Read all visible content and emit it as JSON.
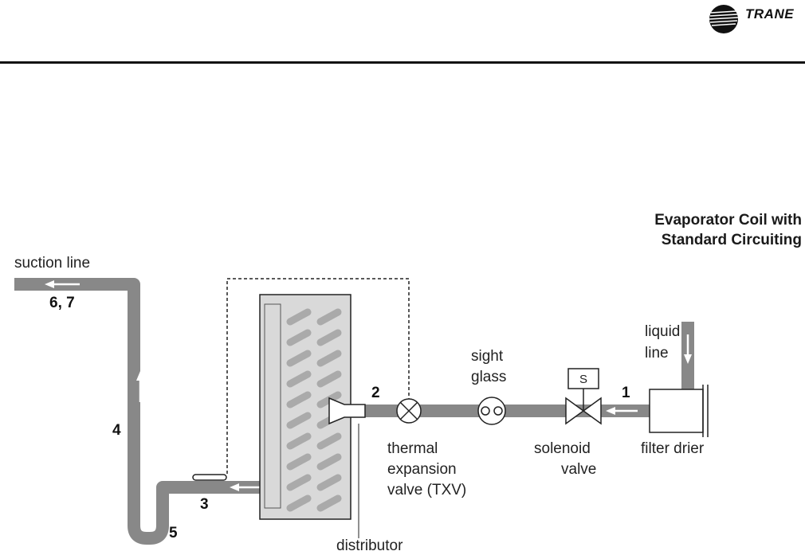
{
  "header": {
    "brand": "TRANE"
  },
  "title": {
    "line1": "Evaporator Coil with",
    "line2": "Standard Circuiting"
  },
  "labels": {
    "suction_line": "suction line",
    "liquid_line_1": "liquid",
    "liquid_line_2": "line",
    "sight_glass_1": "sight",
    "sight_glass_2": "glass",
    "thermal_1": "thermal",
    "thermal_2": "expansion",
    "thermal_3": "valve (TXV)",
    "solenoid_1": "solenoid",
    "solenoid_2": "valve",
    "filter_drier": "filter drier",
    "distributor": "distributor",
    "solenoid_symbol": "S"
  },
  "points": {
    "p1": "1",
    "p2": "2",
    "p3": "3",
    "p4": "4",
    "p5": "5",
    "p67": "6, 7"
  },
  "colors": {
    "pipe": "#888888",
    "coil": "#d9d9d9",
    "stripe": "#aaaaaa",
    "ink": "#1a1a1a"
  }
}
